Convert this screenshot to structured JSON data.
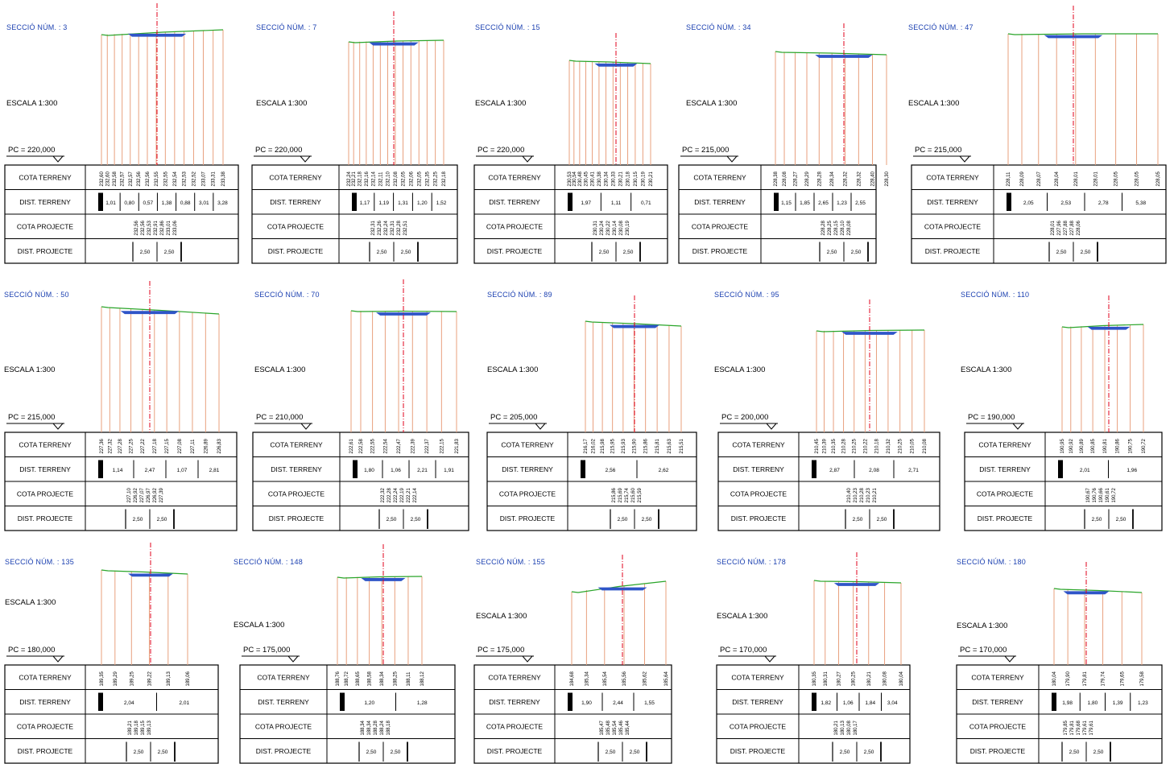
{
  "labels": {
    "section_prefix": "SECCIÓ NÚM. :",
    "scale": "ESCALA  1:300",
    "pc_prefix": "PC =",
    "rows": [
      "COTA TERRENY",
      "DIST. TERRENY",
      "COTA PROJECTE",
      "DIST. PROJECTE"
    ]
  },
  "colors": {
    "terrain": "#e8a07e",
    "ground_line": "#2aa52a",
    "road": "#2f55c8",
    "axis": "#e0001b",
    "label_blue": "#1a3fb0",
    "grid": "#000000"
  },
  "sections": [
    {
      "num": "3",
      "pc": "220,000",
      "dist_terreny": [
        "1,01",
        "0,80",
        "0,57",
        "1,38",
        "0,88",
        "3,01",
        "3,28"
      ],
      "dist_projecte": [
        "2,50",
        "2,50"
      ],
      "cota_terreny": [
        "232,60",
        "232,60",
        "232,58",
        "232,57",
        "232,57",
        "232,56",
        "232,56",
        "232,55",
        "232,55",
        "232,54",
        "232,53",
        "232,52",
        "233,07",
        "233,31",
        "233,38"
      ],
      "cota_projecte": [
        "232,56",
        "232,56",
        "232,53",
        "232,91",
        "232,86",
        "233,01",
        "233,06"
      ]
    },
    {
      "num": "7",
      "pc": "220,000",
      "dist_terreny": [
        "1,17",
        "1,19",
        "1,31",
        "1,20",
        "1,52"
      ],
      "dist_projecte": [
        "2,50",
        "2,50"
      ],
      "cota_terreny": [
        "232,24",
        "232,21",
        "232,18",
        "232,16",
        "232,14",
        "232,11",
        "232,10",
        "232,08",
        "232,05",
        "232,06",
        "232,05",
        "232,35",
        "232,25",
        "232,18"
      ],
      "cota_projecte": [
        "232,31",
        "232,26",
        "232,24",
        "232,31",
        "232,28",
        "232,51"
      ]
    },
    {
      "num": "15",
      "pc": "220,000",
      "dist_terreny": [
        "1,97",
        "1,11",
        "0,71"
      ],
      "dist_projecte": [
        "2,50",
        "2,50"
      ],
      "cota_terreny": [
        "230,53",
        "230,54",
        "230,48",
        "230,45",
        "230,41",
        "230,38",
        "230,34",
        "230,33",
        "230,21",
        "230,18",
        "230,15",
        "230,19",
        "230,21"
      ],
      "cota_projecte": [
        "230,31",
        "230,24",
        "230,22",
        "230,14",
        "230,08",
        "230,19"
      ]
    },
    {
      "num": "34",
      "pc": "215,000",
      "dist_terreny": [
        "1,15",
        "1,85",
        "2,65",
        "1,23",
        "2,55"
      ],
      "dist_projecte": [
        "2,50",
        "2,50"
      ],
      "cota_terreny": [
        "228,38",
        "228,08",
        "228,27",
        "228,29",
        "228,28",
        "228,34",
        "228,32",
        "228,32",
        "228,40",
        "228,30"
      ],
      "cota_projecte": [
        "228,28",
        "228,25",
        "228,15",
        "228,10",
        "228,08"
      ]
    },
    {
      "num": "47",
      "pc": "215,000",
      "dist_terreny": [
        "2,05",
        "2,53",
        "2,78",
        "5,38"
      ],
      "dist_projecte": [
        "2,50",
        "2,50"
      ],
      "cota_terreny": [
        "228,11",
        "228,09",
        "228,07",
        "228,04",
        "228,01",
        "228,01",
        "228,05",
        "228,05",
        "228,05"
      ],
      "cota_projecte": [
        "228,01",
        "227,96",
        "227,88",
        "227,88",
        "228,06"
      ]
    },
    {
      "num": "50",
      "pc": "215,000",
      "dist_terreny": [
        "1,14",
        "2,47",
        "1,07",
        "2,81"
      ],
      "dist_projecte": [
        "2,50",
        "2,50"
      ],
      "cota_terreny": [
        "227,36",
        "227,32",
        "227,28",
        "227,25",
        "227,22",
        "227,18",
        "227,15",
        "227,08",
        "227,11",
        "226,89",
        "226,83"
      ],
      "cota_projecte": [
        "227,10",
        "226,92",
        "227,07",
        "226,97",
        "226,92",
        "227,39"
      ]
    },
    {
      "num": "70",
      "pc": "210,000",
      "dist_terreny": [
        "1,80",
        "1,06",
        "2,21",
        "1,91"
      ],
      "dist_projecte": [
        "2,50",
        "2,50"
      ],
      "cota_terreny": [
        "222,61",
        "222,58",
        "222,55",
        "222,54",
        "222,47",
        "222,39",
        "222,37",
        "222,15",
        "221,83"
      ],
      "cota_projecte": [
        "222,32",
        "222,28",
        "222,24",
        "222,19",
        "222,21",
        "222,14"
      ]
    },
    {
      "num": "89",
      "pc": "205,000",
      "dist_terreny": [
        "2,56",
        "2,62"
      ],
      "dist_projecte": [
        "2,50",
        "2,50"
      ],
      "cota_terreny": [
        "216,17",
        "216,02",
        "215,98",
        "215,95",
        "215,93",
        "215,90",
        "215,86",
        "215,81",
        "215,63",
        "215,51"
      ],
      "cota_projecte": [
        "215,86",
        "215,69",
        "215,74",
        "215,60",
        "215,59"
      ]
    },
    {
      "num": "95",
      "pc": "200,000",
      "dist_terreny": [
        "2,87",
        "2,08",
        "2,71"
      ],
      "dist_projecte": [
        "2,50",
        "2,50"
      ],
      "cota_terreny": [
        "210,45",
        "210,39",
        "210,35",
        "210,28",
        "210,25",
        "210,22",
        "210,18",
        "210,32",
        "210,25",
        "210,05",
        "210,08"
      ],
      "cota_projecte": [
        "210,40",
        "210,23",
        "210,28",
        "210,23",
        "210,21"
      ]
    },
    {
      "num": "110",
      "pc": "190,000",
      "dist_terreny": [
        "2,01",
        "1,96"
      ],
      "dist_projecte": [
        "2,50",
        "2,50"
      ],
      "cota_terreny": [
        "190,95",
        "190,92",
        "190,89",
        "190,85",
        "190,81",
        "190,86",
        "190,75",
        "190,72"
      ],
      "cota_projecte": [
        "190,67",
        "190,76",
        "190,66",
        "190,61",
        "190,72"
      ]
    },
    {
      "num": "135",
      "pc": "180,000",
      "dist_terreny": [
        "2,04",
        "2,01"
      ],
      "dist_projecte": [
        "2,50",
        "2,50"
      ],
      "cota_terreny": [
        "189,35",
        "189,29",
        "189,25",
        "189,22",
        "189,13",
        "189,06"
      ],
      "cota_projecte": [
        "189,21",
        "189,18",
        "189,15",
        "189,13"
      ]
    },
    {
      "num": "148",
      "pc": "175,000",
      "dist_terreny": [
        "1,20",
        "1,28"
      ],
      "dist_projecte": [
        "2,50",
        "2,50"
      ],
      "cota_terreny": [
        "188,76",
        "188,72",
        "188,65",
        "188,58",
        "188,34",
        "188,25",
        "188,11",
        "188,12"
      ],
      "cota_projecte": [
        "188,34",
        "188,34",
        "188,28",
        "188,24",
        "188,18"
      ]
    },
    {
      "num": "155",
      "pc": "175,000",
      "dist_terreny": [
        "1,90",
        "2,44",
        "1,55"
      ],
      "dist_projecte": [
        "2,50",
        "2,50"
      ],
      "cota_terreny": [
        "184,68",
        "185,34",
        "185,54",
        "185,56",
        "185,62",
        "185,64"
      ],
      "cota_projecte": [
        "185,47",
        "185,48",
        "185,54",
        "185,46",
        "185,44"
      ]
    },
    {
      "num": "178",
      "pc": "170,000",
      "dist_terreny": [
        "1,82",
        "1,06",
        "1,84",
        "3,04"
      ],
      "dist_projecte": [
        "2,50",
        "2,50"
      ],
      "cota_terreny": [
        "180,35",
        "180,31",
        "180,27",
        "180,25",
        "180,21",
        "180,08",
        "180,04"
      ],
      "cota_projecte": [
        "180,21",
        "180,13",
        "180,08",
        "180,17"
      ]
    },
    {
      "num": "180",
      "pc": "170,000",
      "dist_terreny": [
        "1,98",
        "1,80",
        "1,39",
        "1,23"
      ],
      "dist_projecte": [
        "2,50",
        "2,50"
      ],
      "cota_terreny": [
        "180,04",
        "179,90",
        "179,81",
        "179,74",
        "179,65",
        "179,58"
      ],
      "cota_projecte": [
        "179,85",
        "179,81",
        "179,68",
        "179,61",
        "179,61"
      ]
    }
  ]
}
